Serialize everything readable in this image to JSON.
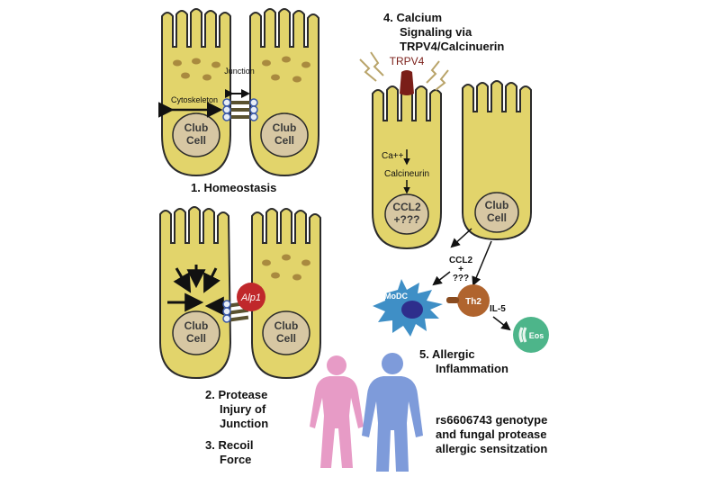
{
  "labels": {
    "junction": "Junction",
    "cytoskeleton": "Cytoskeleton",
    "club_cell": [
      "Club",
      "Cell"
    ],
    "step1": "1.  Homeostasis",
    "step2": [
      "2.  Protease",
      "Injury of",
      "Junction"
    ],
    "step3": [
      "3.  Recoil",
      "Force"
    ],
    "step4": [
      "4.  Calcium",
      "Signaling via",
      "TRPV4/Calcinuerin"
    ],
    "step5": [
      "5.  Allergic",
      "Inflammation"
    ],
    "alp1": "Alp1",
    "trpv4": "TRPV4",
    "ca": "Ca++",
    "calcineurin": "Calcineurin",
    "ccl2_cell": [
      "CCL2",
      "+???"
    ],
    "ccl2_out": [
      "CCL2",
      "+",
      "???"
    ],
    "modc": "MoDC",
    "th2": "Th2",
    "il5": "IL-5",
    "eos": "Eos",
    "genotype": [
      "rs6606743 genotype",
      "and fungal protease",
      "allergic sensitzation"
    ]
  },
  "colors": {
    "cell": "#E2D46B",
    "nucleus": "#D7C7A3",
    "granule": "#A98A3F",
    "alp1": "#C0282B",
    "trpv4": "#7A1E18",
    "modc": "#3F8FC6",
    "modc_nucleus": "#2E2E8C",
    "th2": "#B0642E",
    "eos": "#4DB58A",
    "female": "#E79BC6",
    "male": "#7E9BDA"
  }
}
